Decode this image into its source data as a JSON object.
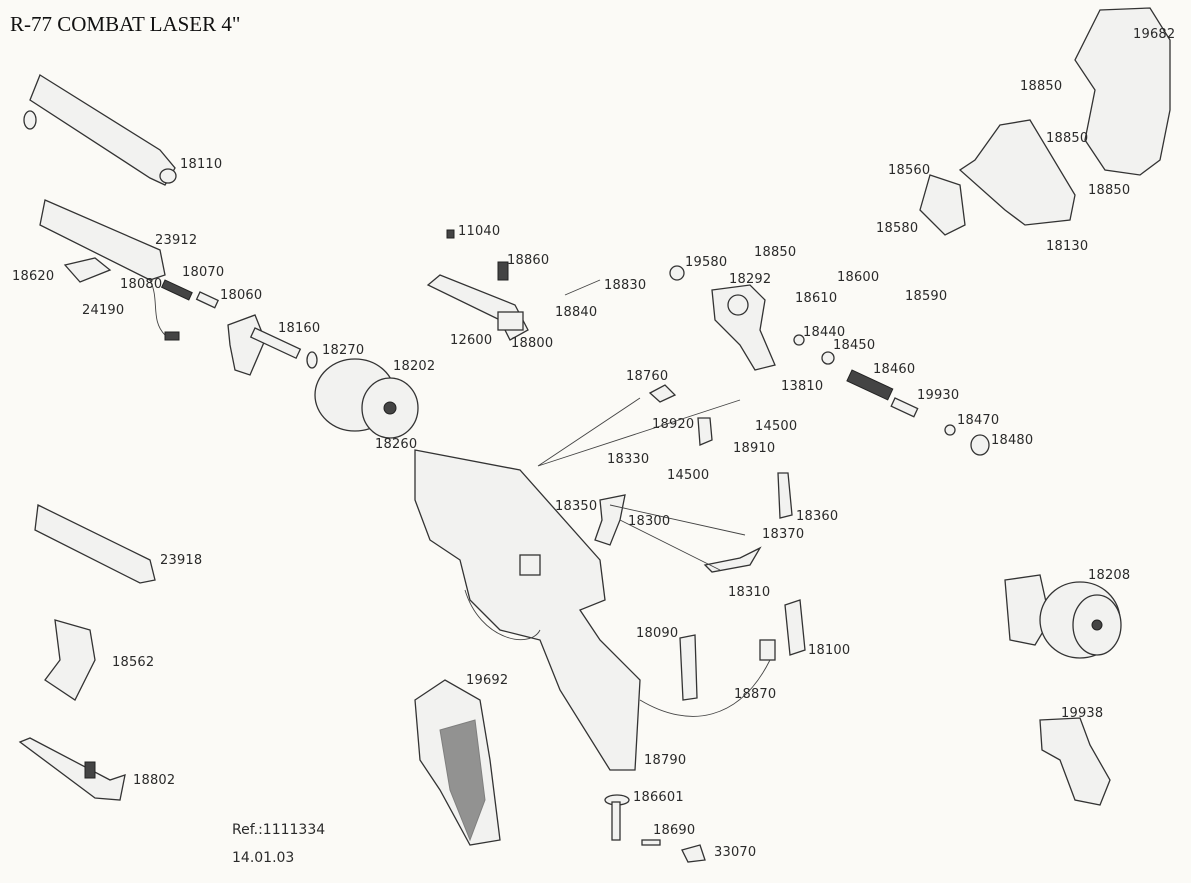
{
  "title": "R-77 COMBAT LASER 4\"",
  "reference": {
    "ref": "Ref.:1111334",
    "date": "14.01.03"
  },
  "parts": [
    {
      "number": "18110"
    },
    {
      "number": "23912"
    },
    {
      "number": "18620"
    },
    {
      "number": "18080"
    },
    {
      "number": "18070"
    },
    {
      "number": "18060"
    },
    {
      "number": "24190"
    },
    {
      "number": "18160"
    },
    {
      "number": "18270"
    },
    {
      "number": "18202"
    },
    {
      "number": "18260"
    },
    {
      "number": "11040"
    },
    {
      "number": "18860"
    },
    {
      "number": "18830"
    },
    {
      "number": "18840"
    },
    {
      "number": "12600"
    },
    {
      "number": "18800"
    },
    {
      "number": "19580"
    },
    {
      "number": "18292"
    },
    {
      "number": "18850"
    },
    {
      "number": "18600"
    },
    {
      "number": "18610"
    },
    {
      "number": "18590"
    },
    {
      "number": "18580"
    },
    {
      "number": "18560"
    },
    {
      "number": "18130"
    },
    {
      "number": "18850"
    },
    {
      "number": "18850"
    },
    {
      "number": "18850"
    },
    {
      "number": "19682"
    },
    {
      "number": "18440"
    },
    {
      "number": "18450"
    },
    {
      "number": "13810"
    },
    {
      "number": "18460"
    },
    {
      "number": "19930"
    },
    {
      "number": "18470"
    },
    {
      "number": "18480"
    },
    {
      "number": "18760"
    },
    {
      "number": "18920"
    },
    {
      "number": "14500"
    },
    {
      "number": "18910"
    },
    {
      "number": "18330"
    },
    {
      "number": "14500"
    },
    {
      "number": "18350"
    },
    {
      "number": "18300"
    },
    {
      "number": "18360"
    },
    {
      "number": "18370"
    },
    {
      "number": "18310"
    },
    {
      "number": "23918"
    },
    {
      "number": "18562"
    },
    {
      "number": "18802"
    },
    {
      "number": "18090"
    },
    {
      "number": "18100"
    },
    {
      "number": "18870"
    },
    {
      "number": "19692"
    },
    {
      "number": "18790"
    },
    {
      "number": "186601"
    },
    {
      "number": "18690"
    },
    {
      "number": "33070"
    },
    {
      "number": "18208"
    },
    {
      "number": "19938"
    }
  ]
}
